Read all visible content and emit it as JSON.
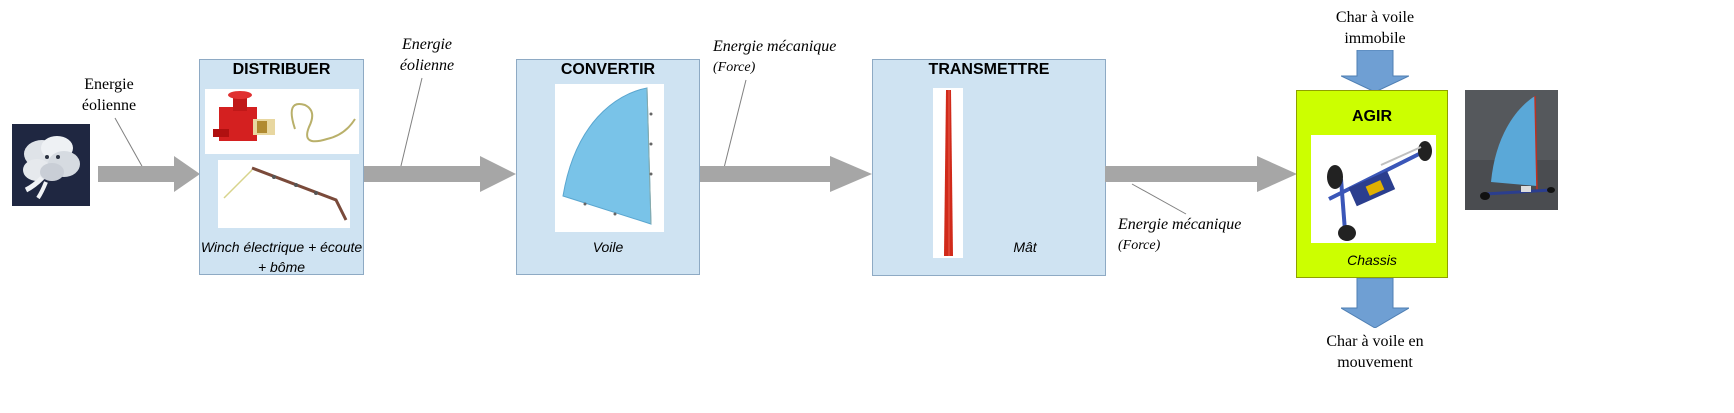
{
  "diagram": {
    "input_label": [
      "Energie",
      "éolienne"
    ],
    "blocks": {
      "distribuer": {
        "title": "DISTRIBUER",
        "caption_line1": "Winch électrique + écoute",
        "caption_line2": "+ bôme"
      },
      "convertir": {
        "title": "CONVERTIR",
        "caption": "Voile"
      },
      "transmettre": {
        "title": "TRANSMETTRE",
        "caption": "Mât"
      },
      "agir": {
        "title": "AGIR",
        "caption": "Chassis"
      }
    },
    "flow_labels": {
      "after_distribuer": [
        "Energie",
        "éolienne"
      ],
      "after_convertir": {
        "line1": "Energie mécanique",
        "line2": "(Force)"
      },
      "after_transmettre": {
        "line1": "Energie mécanique",
        "line2": "(Force)"
      }
    },
    "top_input_label": [
      "Char à voile",
      "immobile"
    ],
    "bottom_output_label": [
      "Char à voile en",
      "mouvement"
    ],
    "colors": {
      "block_fill": "#cfe3f2",
      "agir_fill": "#ccff00",
      "arrow_gray": "#a6a6a6",
      "vertical_arrow": "#6f9fd3"
    },
    "icons": [
      "wind-cloud-icon",
      "winch-icon",
      "boom-icon",
      "sail-icon",
      "mast-icon",
      "chassis-icon",
      "land-yacht-photo-icon"
    ]
  }
}
